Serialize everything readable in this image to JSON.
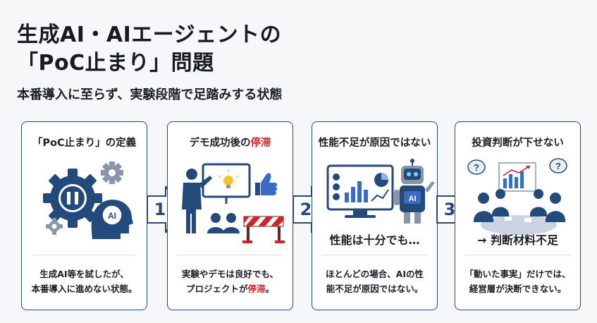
{
  "header": {
    "title_line1": "生成AI・AIエージェントの",
    "title_line2": "「PoC止まり」問題",
    "subtitle": "本番導入に至らず、実験段階で足踏みする状態"
  },
  "steps": [
    {
      "title": "「PoC止まり」の定義",
      "ai_badge": "AI",
      "body_line1": "生成AI等を試したが、",
      "body_line2": "本番導入に進めない状態。"
    },
    {
      "title_prefix": "デモ成功後の",
      "title_highlight": "停滞",
      "body_line1": "実験やデモは良好でも、",
      "body_line2_prefix": "プロジェクトが",
      "body_line2_highlight": "停滞",
      "body_line2_suffix": "。"
    },
    {
      "title": "性能不足が原因ではない",
      "robot_label": "AI",
      "big_label": "性能は十分でも…",
      "body_line1": "ほとんどの場合、AIの性",
      "body_line2": "能不足が原因ではない。"
    },
    {
      "title": "投資判断が下せない",
      "big_label": "→ 判断材料不足",
      "body_line1": "「動いた事実」だけでは、",
      "body_line2": "経営層が決断できない。"
    }
  ],
  "arrows": [
    "1",
    "2",
    "3"
  ],
  "colors": {
    "navy": "#244a7c",
    "accent_red": "#d2232a",
    "background": "#f6f7f9"
  },
  "icons": [
    "gear-icon",
    "brain-ai-icon",
    "presenter-icon",
    "lightbulb-icon",
    "thumbs-up-icon",
    "audience-icon",
    "barrier-icon",
    "monitor-chart-icon",
    "robot-icon",
    "meeting-icon",
    "question-icon"
  ]
}
